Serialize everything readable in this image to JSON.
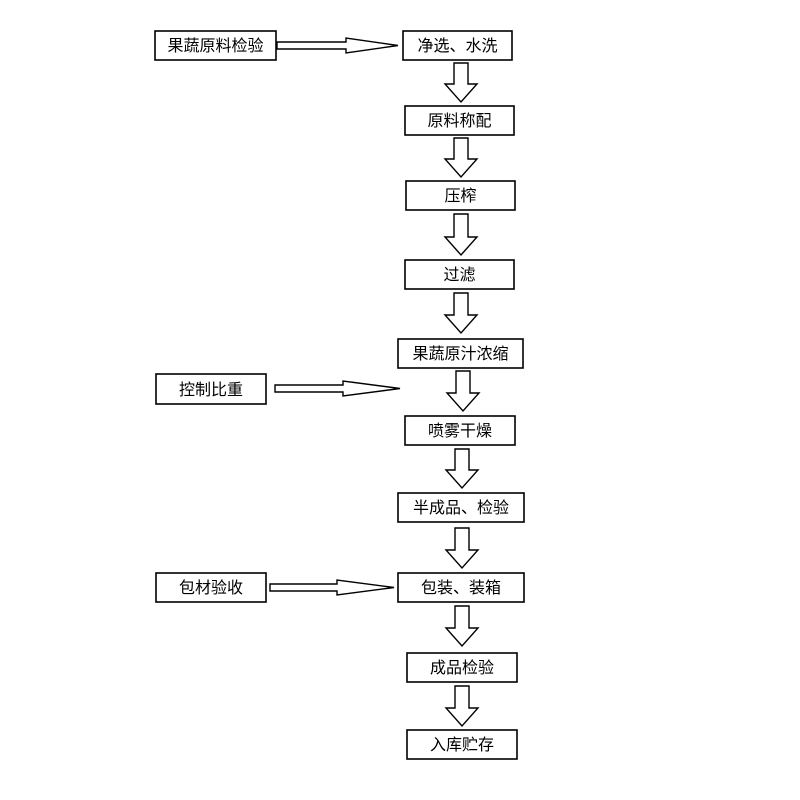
{
  "steps": [
    {
      "id": "s1",
      "label": "净选、水洗"
    },
    {
      "id": "s2",
      "label": "原料称配"
    },
    {
      "id": "s3",
      "label": "压榨"
    },
    {
      "id": "s4",
      "label": "过滤"
    },
    {
      "id": "s5",
      "label": "果蔬原汁浓缩"
    },
    {
      "id": "s6",
      "label": "喷雾干燥"
    },
    {
      "id": "s7",
      "label": "半成品、检验"
    },
    {
      "id": "s8",
      "label": "包装、装箱"
    },
    {
      "id": "s9",
      "label": "成品检验"
    },
    {
      "id": "s10",
      "label": "入库贮存"
    }
  ],
  "inputs": [
    {
      "id": "i1",
      "label": "果蔬原料检验",
      "target": "s1"
    },
    {
      "id": "i2",
      "label": "控制比重",
      "target": "s6"
    },
    {
      "id": "i3",
      "label": "包材验收",
      "target": "s8"
    }
  ],
  "flow_edges": [
    [
      "s1",
      "s2"
    ],
    [
      "s2",
      "s3"
    ],
    [
      "s3",
      "s4"
    ],
    [
      "s4",
      "s5"
    ],
    [
      "s5",
      "s6"
    ],
    [
      "s6",
      "s7"
    ],
    [
      "s7",
      "s8"
    ],
    [
      "s8",
      "s9"
    ],
    [
      "s9",
      "s10"
    ]
  ],
  "colors": {
    "stroke": "#000000",
    "fill": "#ffffff",
    "text": "#000000"
  }
}
